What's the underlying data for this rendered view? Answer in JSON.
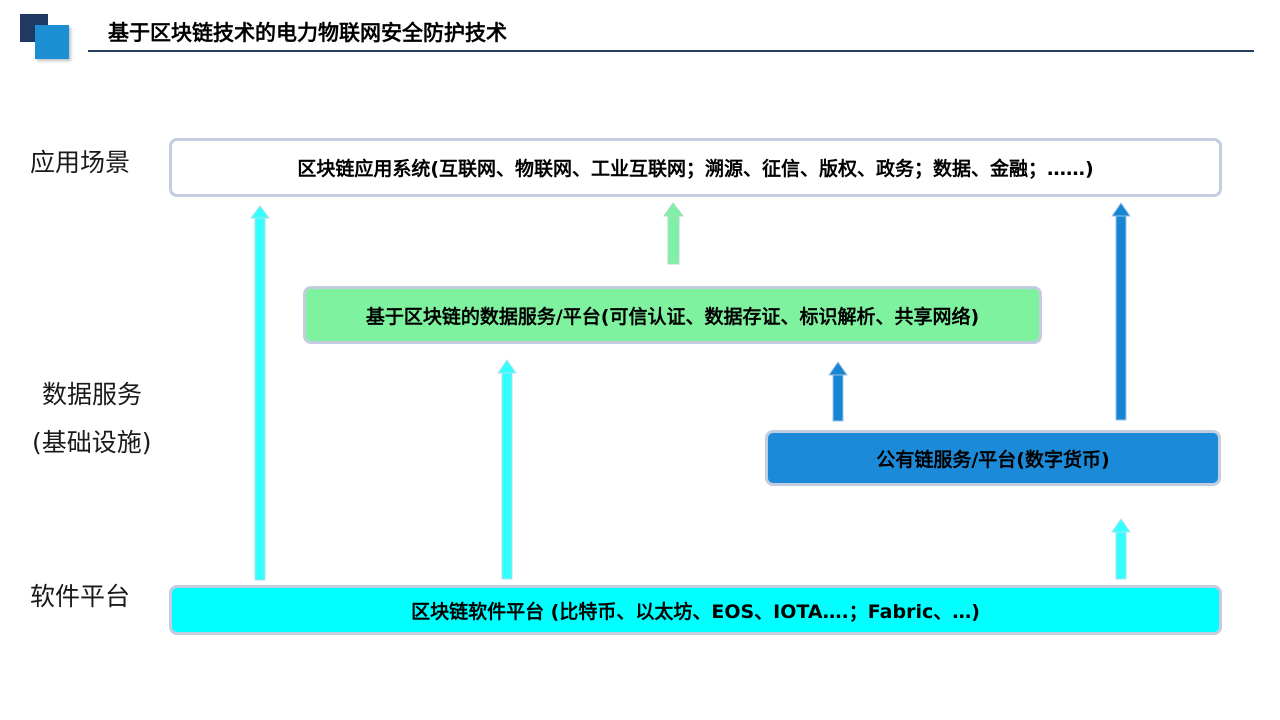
{
  "header": {
    "title": "基于区块链技术的电力物联网安全防护技术"
  },
  "labels": {
    "app": "应用场景",
    "data_line1": "数据服务",
    "data_line2": "(基础设施)",
    "software": "软件平台"
  },
  "boxes": {
    "app": "区块链应用系统(互联网、物联网、工业互联网；溯源、征信、版权、政务；数据、金融；……)",
    "data_service": "基于区块链的数据服务/平台(可信认证、数据存证、标识解析、共享网络)",
    "public_chain": "公有链服务/平台(数字货币)",
    "software": "区块链软件平台 (比特币、以太坊、EOS、IOTA….；Fabric、…)"
  },
  "colors": {
    "accent_dark": "#1f3864",
    "accent_blue": "#1b8fd2",
    "data_service_fill": "#7ff2a0",
    "public_chain_fill": "#1b8ad8",
    "software_fill": "#00ffff",
    "arrow_cyan": "#33ffff",
    "arrow_green": "#80f0a8",
    "arrow_blue": "#1784d4"
  }
}
